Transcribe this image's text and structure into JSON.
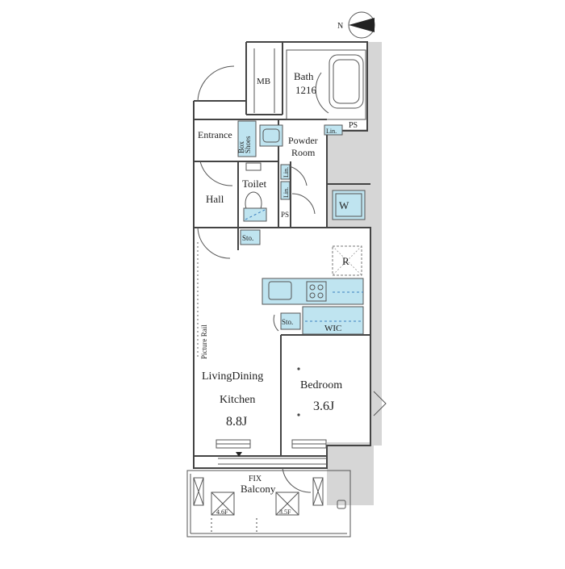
{
  "compass": {
    "north": "N"
  },
  "rooms": {
    "mb": "MB",
    "bath": "Bath",
    "bath_size": "1216",
    "entrance": "Entrance",
    "shoes_box_1": "Shoes",
    "shoes_box_2": "Box",
    "powder_1": "Powder",
    "powder_2": "Room",
    "toilet": "Toilet",
    "hall": "Hall",
    "lin": "Lin.",
    "ps": "PS",
    "w": "W",
    "sto": "Sto.",
    "r": "R",
    "wic": "WIC",
    "picture_rail": "Picture Rail",
    "ldk_1": "LivingDining",
    "ldk_2": "Kitchen",
    "ldk_size": "8.8J",
    "bedroom": "Bedroom",
    "bedroom_size": "3.6J",
    "fix": "FIX",
    "balcony": "Balcony",
    "ac_left": "4.6F",
    "ac_right": "3.5F"
  }
}
